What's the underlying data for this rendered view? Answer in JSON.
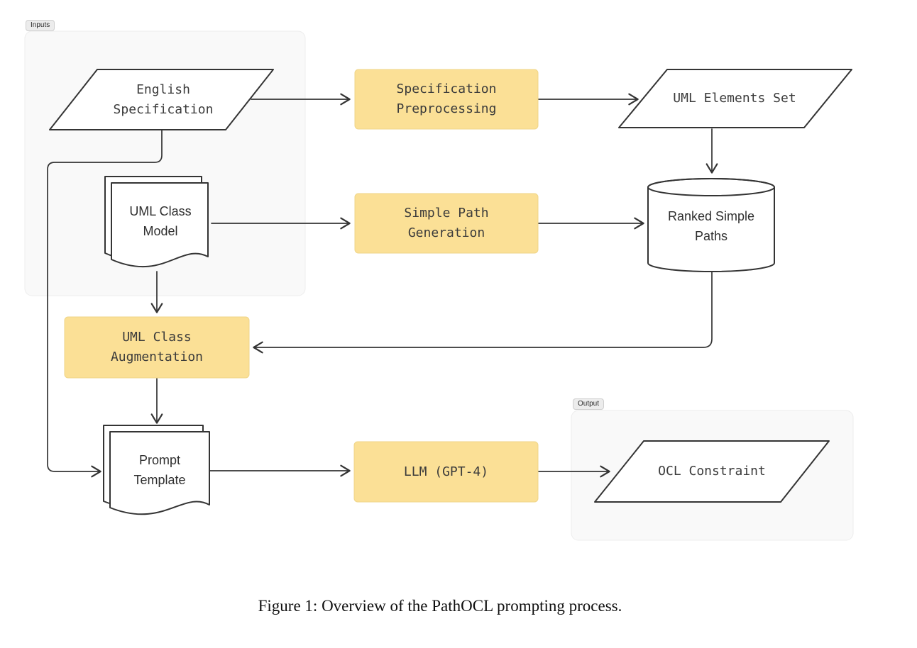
{
  "figure": {
    "caption": "Figure 1: Overview of the PathOCL prompting process."
  },
  "groups": {
    "inputs": {
      "label": "Inputs"
    },
    "output": {
      "label": "Output"
    }
  },
  "nodes": {
    "english_specification": {
      "type": "parallelogram",
      "lines": [
        "English",
        "Specification"
      ]
    },
    "specification_preprocessing": {
      "type": "process",
      "lines": [
        "Specification",
        "Preprocessing"
      ]
    },
    "uml_elements_set": {
      "type": "parallelogram",
      "lines": [
        "UML Elements Set"
      ]
    },
    "uml_class_model": {
      "type": "document",
      "lines": [
        "UML Class",
        "Model"
      ]
    },
    "simple_path_generation": {
      "type": "process",
      "lines": [
        "Simple Path",
        "Generation"
      ]
    },
    "ranked_simple_paths": {
      "type": "cylinder",
      "lines": [
        "Ranked Simple",
        "Paths"
      ]
    },
    "uml_class_augmentation": {
      "type": "process",
      "lines": [
        "UML Class",
        "Augmentation"
      ]
    },
    "prompt_template": {
      "type": "document",
      "lines": [
        "Prompt",
        "Template"
      ]
    },
    "llm_gpt4": {
      "type": "process",
      "lines": [
        "LLM (GPT-4)"
      ]
    },
    "ocl_constraint": {
      "type": "parallelogram",
      "lines": [
        "OCL Constraint"
      ]
    }
  },
  "edges": [
    {
      "from": "english_specification",
      "to": "specification_preprocessing"
    },
    {
      "from": "specification_preprocessing",
      "to": "uml_elements_set"
    },
    {
      "from": "uml_elements_set",
      "to": "ranked_simple_paths"
    },
    {
      "from": "uml_class_model",
      "to": "simple_path_generation"
    },
    {
      "from": "simple_path_generation",
      "to": "ranked_simple_paths"
    },
    {
      "from": "ranked_simple_paths",
      "to": "uml_class_augmentation"
    },
    {
      "from": "uml_class_model",
      "to": "uml_class_augmentation"
    },
    {
      "from": "uml_class_augmentation",
      "to": "prompt_template"
    },
    {
      "from": "english_specification",
      "to": "prompt_template"
    },
    {
      "from": "prompt_template",
      "to": "llm_gpt4"
    },
    {
      "from": "llm_gpt4",
      "to": "ocl_constraint"
    }
  ],
  "colors": {
    "process_fill": "#FBE096",
    "process_border": "#EFD588",
    "shape_stroke": "#343434",
    "shape_fill": "#FFFFFF",
    "group_fill": "#F9F9F9",
    "group_border": "#EDEDED",
    "badge_fill": "#ECECEC",
    "label_text": "#3B3B3B",
    "caption_text": "#101010"
  }
}
